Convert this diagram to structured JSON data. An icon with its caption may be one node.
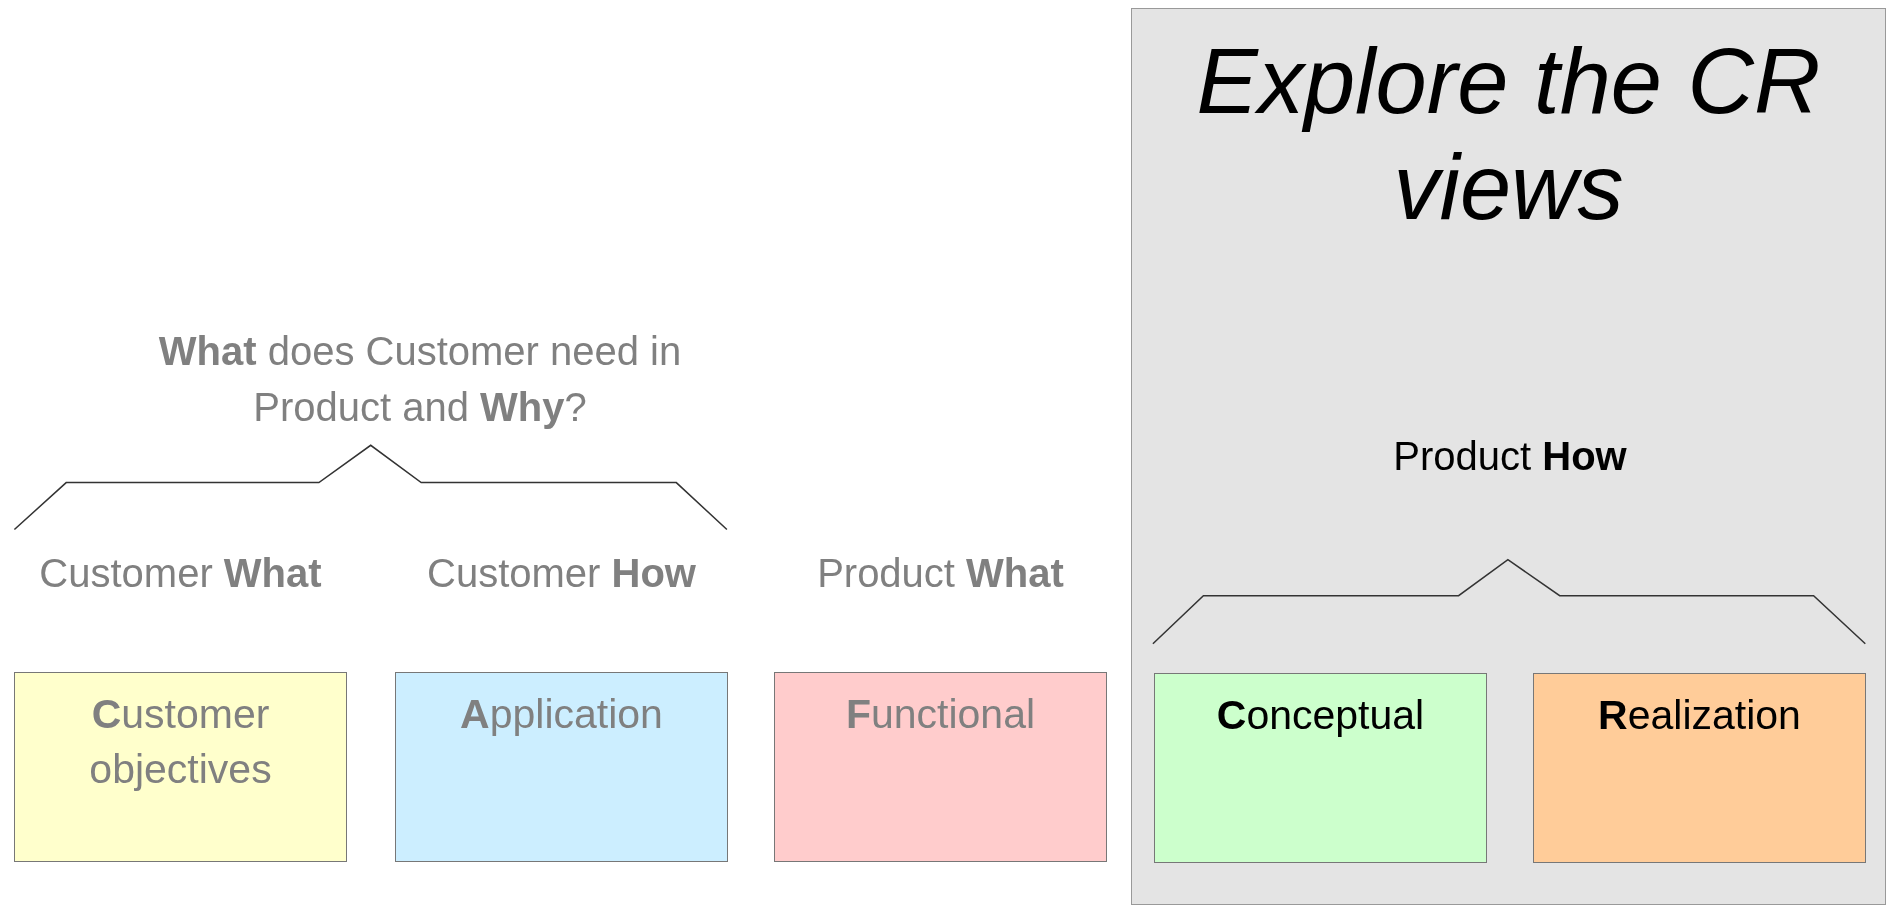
{
  "diagram": {
    "nodes": [
      {
        "text": [
          "Explore the CR views"
        ]
      },
      {
        "text": [
          "**C**ustomer objectives"
        ],
        "beside": [
          "Customer **What**"
        ]
      },
      {
        "text": [
          "**A**pplication"
        ],
        "beside": [
          "Customer **How**"
        ]
      },
      {
        "text": [
          "**F**unctional"
        ],
        "beside": [
          "Product **What**"
        ]
      },
      {
        "text": [
          "**C**onceptual"
        ],
        "in": 0
      },
      {
        "text": [
          "**R**ealization"
        ],
        "in": 0
      }
    ],
    "edges": [],
    "labels": [
      "**What** does Customer need in Product and **Why**?",
      "Product **How**"
    ]
  }
}
